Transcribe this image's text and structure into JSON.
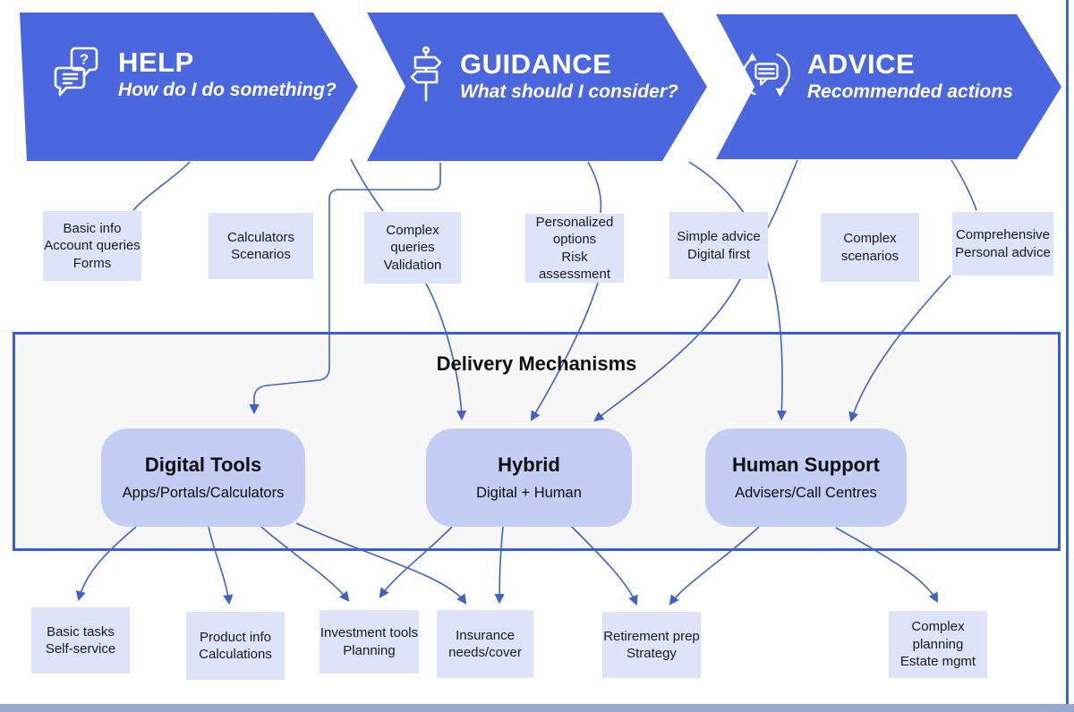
{
  "banners": [
    {
      "title": "HELP",
      "subtitle": "How do I do something?",
      "icon": "chat-question-icon"
    },
    {
      "title": "GUIDANCE",
      "subtitle": "What should I consider?",
      "icon": "signpost-icon"
    },
    {
      "title": "ADVICE",
      "subtitle": "Recommended actions",
      "icon": "chat-refresh-icon"
    }
  ],
  "mid_boxes": [
    {
      "id": "basic-info",
      "text": "Basic info\nAccount queries\nForms"
    },
    {
      "id": "calculators",
      "text": "Calculators\nScenarios"
    },
    {
      "id": "complex-queries",
      "text": "Complex queries\nValidation"
    },
    {
      "id": "personalized",
      "text": "Personalized\noptions\nRisk assessment"
    },
    {
      "id": "simple-advice",
      "text": "Simple advice\nDigital first"
    },
    {
      "id": "complex-scenarios",
      "text": "Complex\nscenarios"
    },
    {
      "id": "comprehensive",
      "text": "Comprehensive\nPersonal advice"
    }
  ],
  "delivery": {
    "title": "Delivery Mechanisms",
    "channels": [
      {
        "title": "Digital Tools",
        "subtitle": "Apps/Portals/Calculators"
      },
      {
        "title": "Hybrid",
        "subtitle": "Digital + Human"
      },
      {
        "title": "Human Support",
        "subtitle": "Advisers/Call Centres"
      }
    ]
  },
  "bottom_boxes": [
    {
      "id": "basic-tasks",
      "text": "Basic tasks\nSelf-service"
    },
    {
      "id": "product-info",
      "text": "Product info\nCalculations"
    },
    {
      "id": "investment-tools",
      "text": "Investment tools\nPlanning"
    },
    {
      "id": "insurance",
      "text": "Insurance\nneeds/cover"
    },
    {
      "id": "retirement-prep",
      "text": "Retirement prep\nStrategy"
    },
    {
      "id": "complex-planning",
      "text": "Complex\nplanning\nEstate mgmt"
    }
  ],
  "colors": {
    "banner": "#4a67e0",
    "mid_box": "#dde3f9",
    "pill": "#c4cdf3",
    "connector": "#3f62c4",
    "container_border": "#3a5ecf",
    "frame_bottom": "#93a7cf",
    "frame_right": "#3b66bf"
  }
}
